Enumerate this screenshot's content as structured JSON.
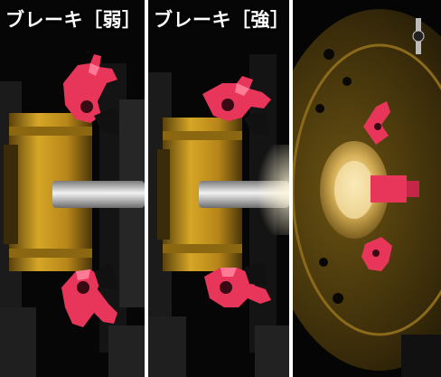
{
  "panels": [
    {
      "id": "weak",
      "label": "ブレーキ［弱］"
    },
    {
      "id": "strong",
      "label": "ブレーキ［強］"
    },
    {
      "id": "cutaway",
      "label": ""
    }
  ],
  "colors": {
    "background": "#000000",
    "brass": "#c9981f",
    "brass_dark": "#6e5410",
    "steel": "#d9d9d9",
    "brake_red": "#e8355a",
    "divider": "#ffffff"
  },
  "icons": {
    "brake_shoe": "brake-shoe-icon",
    "shaft": "spool-shaft-icon"
  }
}
